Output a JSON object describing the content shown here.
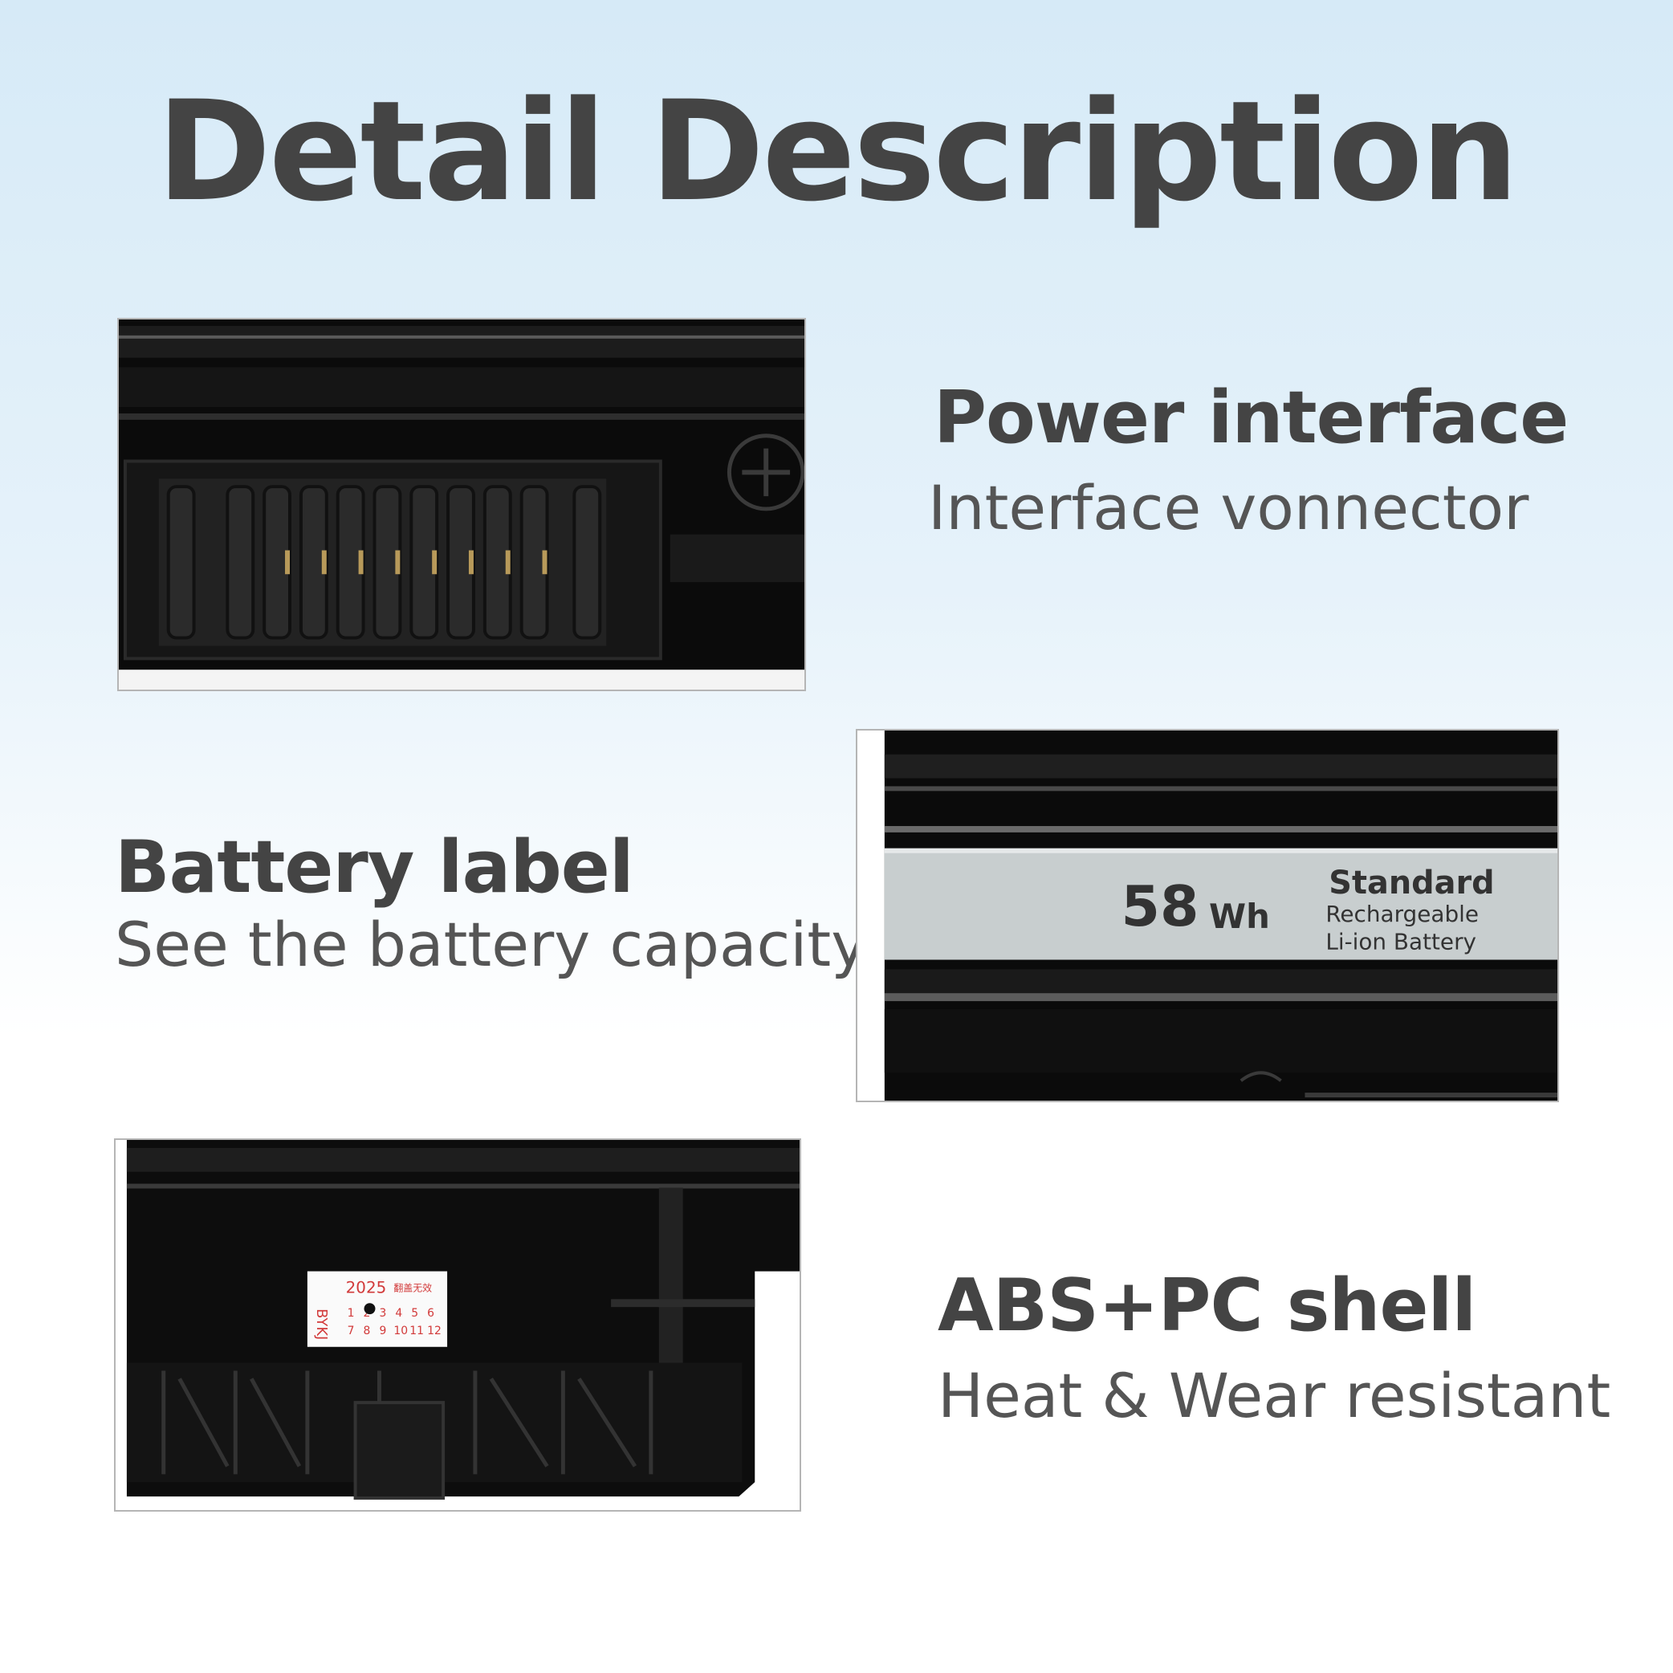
{
  "page": {
    "title": "Detail Description"
  },
  "sections": [
    {
      "heading": "Power interface",
      "subtext": "Interface vonnector",
      "photo_icon": "battery-connector-photo"
    },
    {
      "heading": "Battery label",
      "subtext": "See the battery capacity",
      "photo_icon": "battery-label-photo"
    },
    {
      "heading": "ABS+PC shell",
      "subtext": "Heat & Wear resistant",
      "photo_icon": "battery-shell-photo"
    }
  ],
  "battery_label": {
    "capacity": "58",
    "unit": "Wh",
    "line1": "Standard",
    "line2": "Rechargeable",
    "line3": "Li-ion Battery"
  },
  "date_sticker": {
    "brand": "BYKJ",
    "year": "2025",
    "note": "翻盖无效",
    "months_row1": [
      "1",
      "2",
      "3",
      "4",
      "5",
      "6"
    ],
    "months_row2": [
      "7",
      "8",
      "9",
      "10",
      "11",
      "12"
    ]
  },
  "colors": {
    "text_dark": "#444444",
    "text_sub": "#555555",
    "background_top": "#d6eaf7",
    "sticker_red": "#d23a3a"
  }
}
